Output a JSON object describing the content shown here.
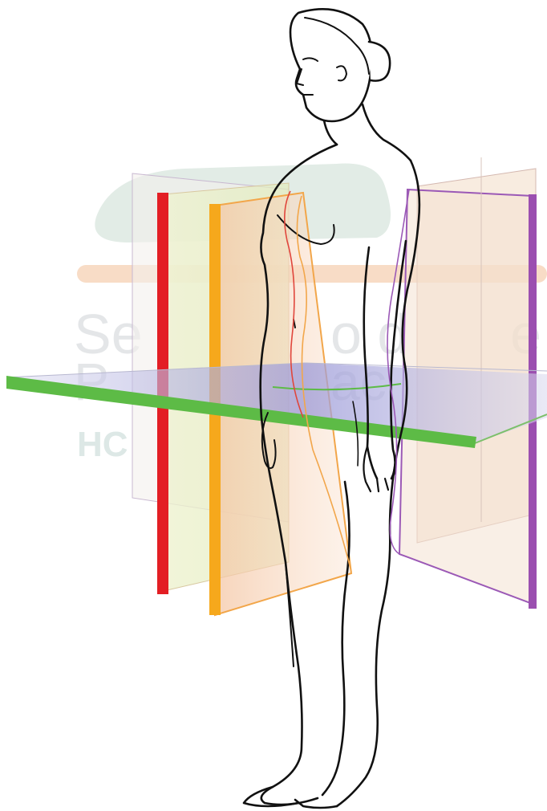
{
  "watermark": {
    "line1": "Se",
    "line1b": "o d",
    "line1c": "e",
    "line2": "P",
    "line2b": "ac",
    "line3": "HC",
    "colors": {
      "logo": "#e2ece6",
      "bar": "#f7d9c2",
      "text": "#e6e8ea",
      "textDark": "#dde8e6"
    }
  },
  "planes": {
    "sagittal_left": {
      "color": "#e8202a",
      "fill": "#e7efc8"
    },
    "sagittal_mid": {
      "color": "#f6a91c",
      "fill": "#f6cfb0"
    },
    "coronal": {
      "color": "#9b59b6",
      "fill": "#f3ddc8"
    },
    "transverse": {
      "color": "#5bb84a",
      "fill": "#b8b8e0"
    }
  },
  "figure": {
    "stroke": "#111111",
    "fill": "#ffffff"
  }
}
